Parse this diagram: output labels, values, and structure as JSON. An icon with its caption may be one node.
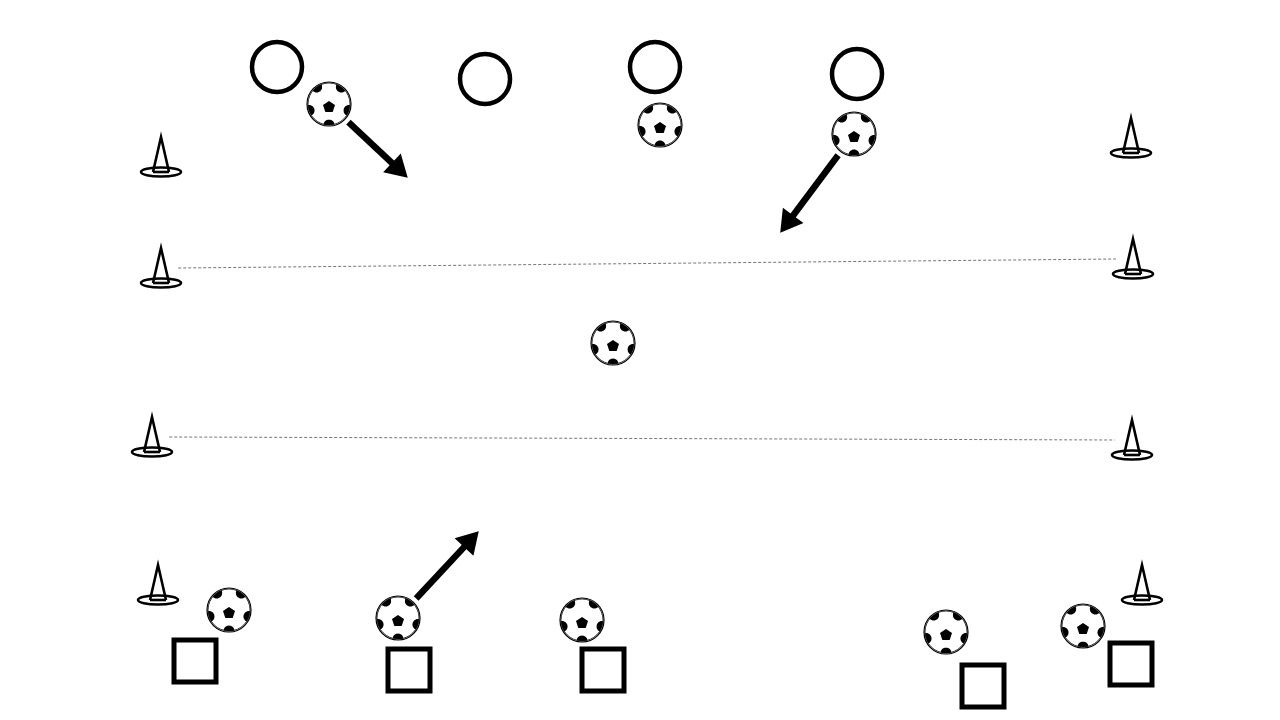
{
  "diagram": {
    "nodes": [
      {
        "text": [],
        "shape": "circle"
      },
      {
        "text": [],
        "shape": "circle"
      },
      {
        "text": [],
        "shape": "circle"
      },
      {
        "text": [],
        "shape": "circle"
      },
      {
        "text": [],
        "shape": "ball"
      },
      {
        "text": [],
        "shape": "ball"
      },
      {
        "text": [],
        "shape": "ball"
      },
      {
        "text": [],
        "shape": "ball"
      },
      {
        "text": [],
        "shape": "ball"
      },
      {
        "text": [],
        "shape": "ball"
      },
      {
        "text": [],
        "shape": "ball"
      },
      {
        "text": [],
        "shape": "ball"
      },
      {
        "text": [],
        "shape": "ball"
      },
      {
        "text": [],
        "shape": "cone"
      },
      {
        "text": [],
        "shape": "cone"
      },
      {
        "text": [],
        "shape": "cone"
      },
      {
        "text": [],
        "shape": "cone"
      },
      {
        "text": [],
        "shape": "cone"
      },
      {
        "text": [],
        "shape": "cone"
      },
      {
        "text": [],
        "shape": "cone"
      },
      {
        "text": [],
        "shape": "cone"
      },
      {
        "text": [],
        "shape": "box"
      },
      {
        "text": [],
        "shape": "box"
      },
      {
        "text": [],
        "shape": "box"
      },
      {
        "text": [],
        "shape": "box"
      },
      {
        "text": [],
        "shape": "box"
      }
    ],
    "edges": [
      {
        "from": 4,
        "to": null,
        "arrow": "to"
      },
      {
        "from": 6,
        "to": null,
        "arrow": "to"
      },
      {
        "from": 9,
        "to": null,
        "arrow": "to"
      },
      {
        "from": 14,
        "to": 18,
        "arrow": "none",
        "style": "dashed",
        "color": "#666666"
      },
      {
        "from": 15,
        "to": 19,
        "arrow": "none",
        "style": "dashed",
        "color": "#666666"
      }
    ]
  }
}
